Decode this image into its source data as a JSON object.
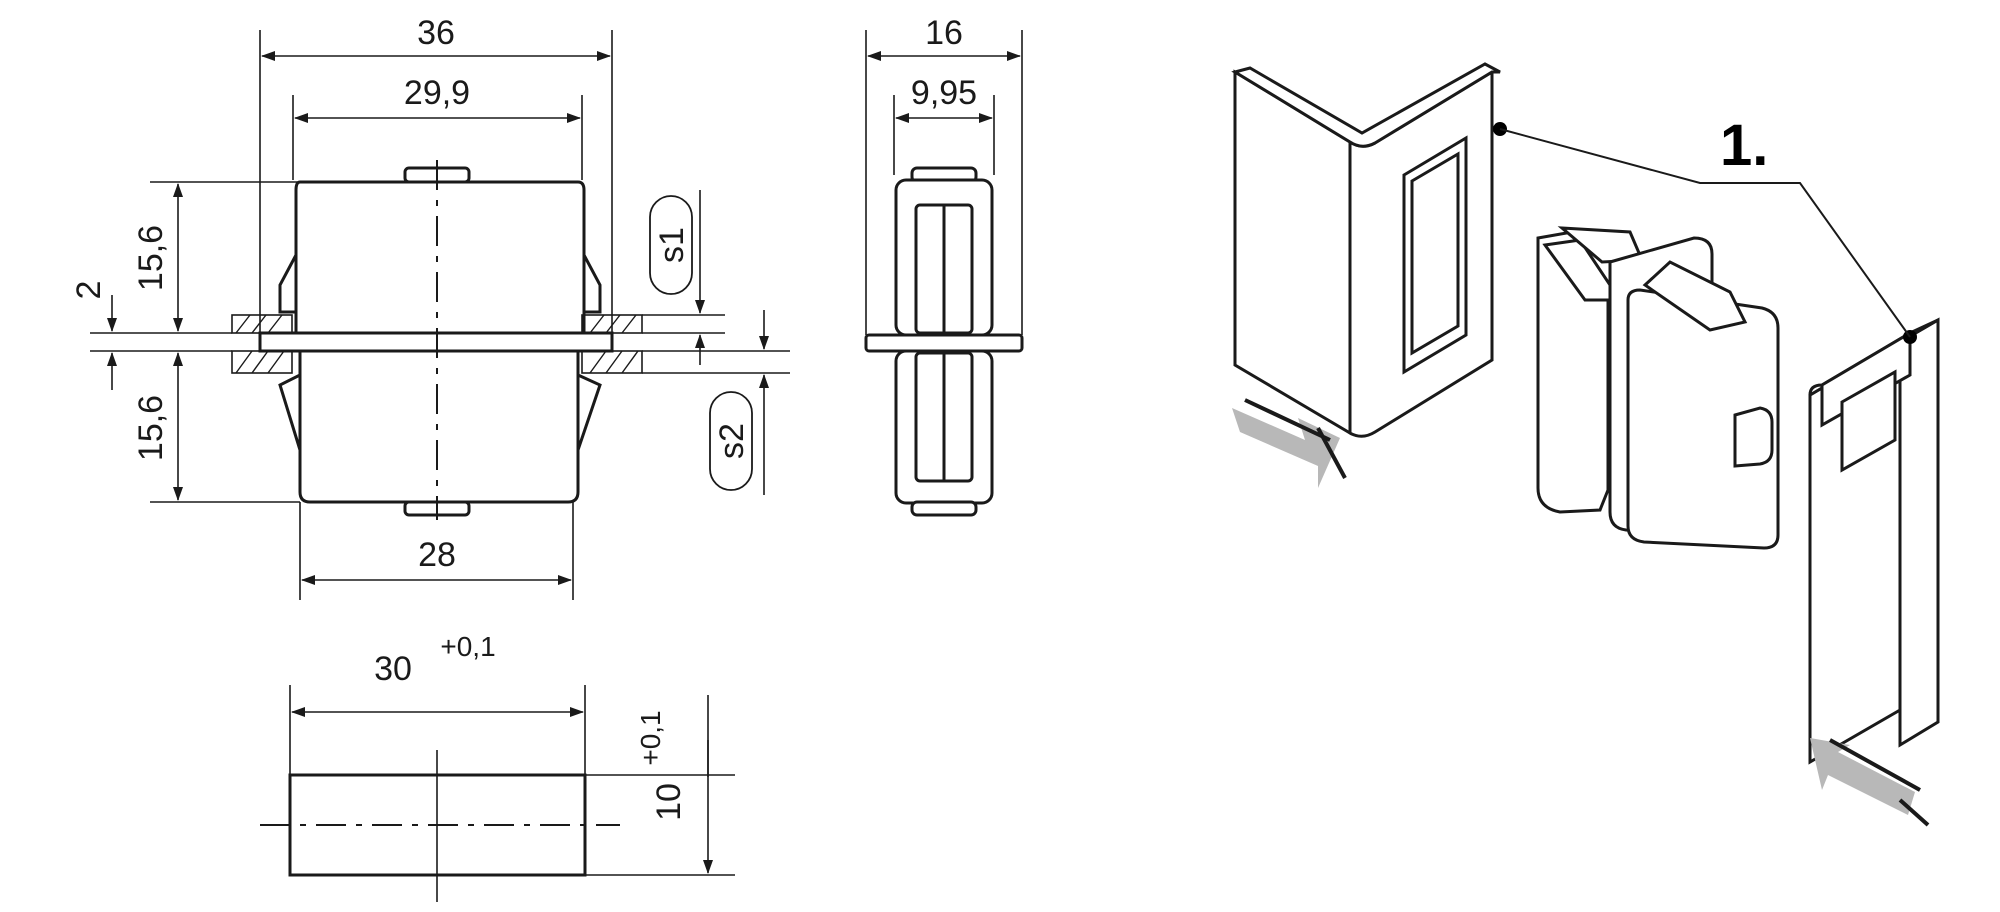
{
  "front_view": {
    "width_overall": "36",
    "width_body": "29,9",
    "height_upper": "15,6",
    "height_lower": "15,6",
    "panel_thickness": "2",
    "gap_label_1": "s1",
    "gap_label_2": "s2",
    "width_bottom": "28"
  },
  "side_view": {
    "depth_overall": "16",
    "depth_body": "9,95"
  },
  "cutout": {
    "width": "30",
    "width_tol": "+0,1",
    "height": "10",
    "height_tol": "+0,1"
  },
  "assembly": {
    "callout": "1."
  }
}
